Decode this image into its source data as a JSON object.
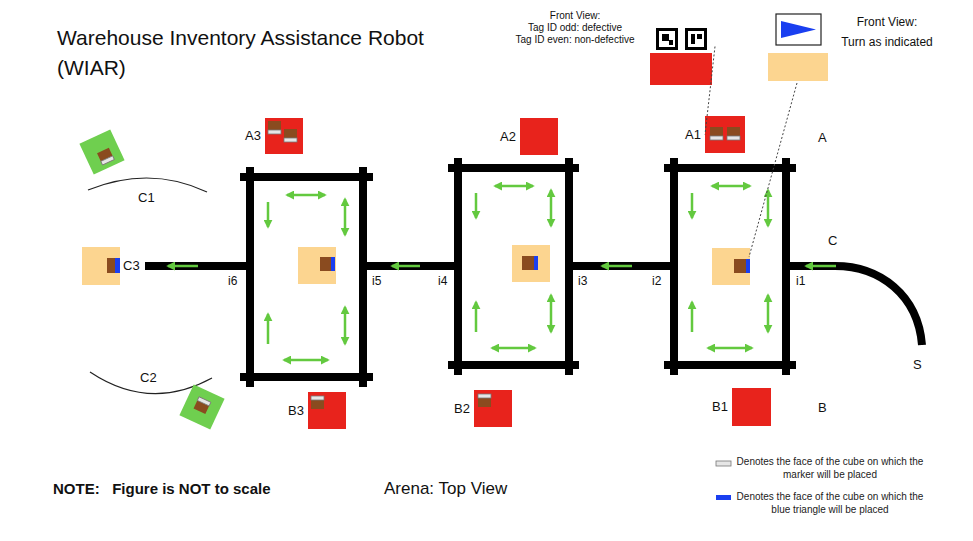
{
  "diagram": {
    "title": "Warehouse Inventory Assistance Robot (WIAR)",
    "nodes": [
      {
        "text": [
          "Front View:",
          "Tag ID odd: defective",
          "Tag ID even: non-defective"
        ]
      },
      {
        "text": [
          "Front View:",
          "Turn as indicated"
        ]
      },
      {
        "text": [
          "A3"
        ]
      },
      {
        "text": [
          "A2"
        ]
      },
      {
        "text": [
          "A1"
        ]
      },
      {
        "text": [
          "C3"
        ]
      },
      {
        "text": [
          "B3"
        ]
      },
      {
        "text": [
          "B2"
        ]
      },
      {
        "text": [
          "B1"
        ]
      }
    ],
    "edges": [
      {
        "from": 0,
        "to": 4,
        "arrow": "none"
      }
    ],
    "labels": [
      "A",
      "C1",
      "C",
      "i6",
      "i5",
      "i4",
      "i3",
      "i2",
      "i1",
      "S",
      "C2",
      "B",
      "NOTE:   Figure is NOT to scale",
      "Arena: Top View"
    ],
    "legend": [
      {
        "text": "Denotes the face of the cube on which the marker will be placed"
      },
      {
        "text": "Denotes the face of the cube on which the blue triangle will be placed",
        "color": "#1a3ff0"
      }
    ]
  }
}
